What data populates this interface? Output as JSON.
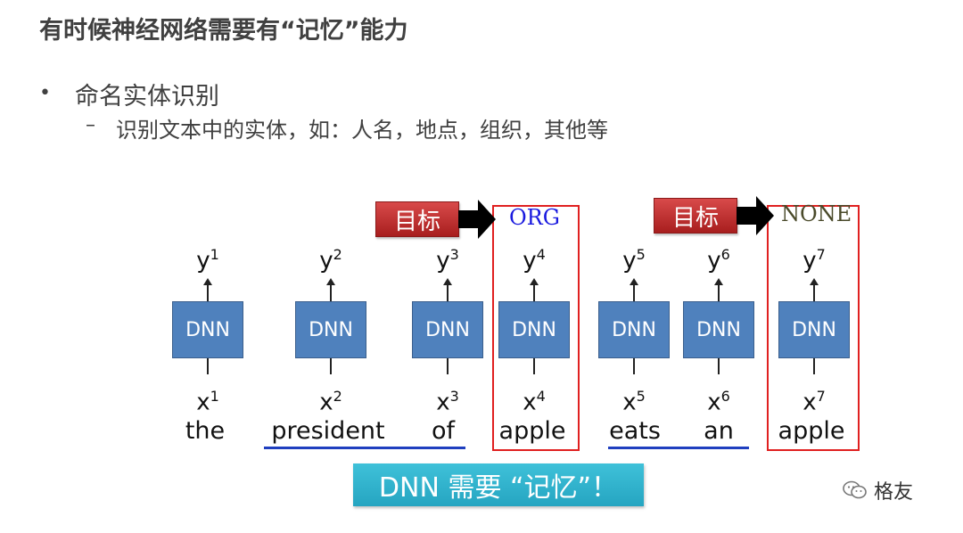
{
  "title": "有时候神经网络需要有“记忆”能力",
  "bullet": "命名实体识别",
  "sub_bullet": "识别文本中的实体，如：人名，地点，组织，其他等",
  "bullet_dot": "•",
  "sub_dash": "–",
  "box_label": "DNN",
  "target_label": "目标",
  "outputs": {
    "org": "ORG",
    "none": "NONE"
  },
  "steps": [
    {
      "y": "y",
      "y_sup": "1",
      "x": "x",
      "x_sup": "1",
      "word": "the"
    },
    {
      "y": "y",
      "y_sup": "2",
      "x": "x",
      "x_sup": "2",
      "word": "president"
    },
    {
      "y": "y",
      "y_sup": "3",
      "x": "x",
      "x_sup": "3",
      "word": "of"
    },
    {
      "y": "y",
      "y_sup": "4",
      "x": "x",
      "x_sup": "4",
      "word": "apple"
    },
    {
      "y": "y",
      "y_sup": "5",
      "x": "x",
      "x_sup": "5",
      "word": "eats"
    },
    {
      "y": "y",
      "y_sup": "6",
      "x": "x",
      "x_sup": "6",
      "word": "an"
    },
    {
      "y": "y",
      "y_sup": "7",
      "x": "x",
      "x_sup": "7",
      "word": "apple"
    }
  ],
  "memory_banner": "DNN 需要 “记忆”！",
  "watermark": "格友",
  "colors": {
    "dnn_box": "#4f81bd",
    "target_box": "#c0392b",
    "highlight": "#e02020",
    "underline": "#1f3fbf",
    "org_text": "#1a1adf",
    "none_text": "#4a4a2a",
    "banner": "#2fb3cd"
  }
}
